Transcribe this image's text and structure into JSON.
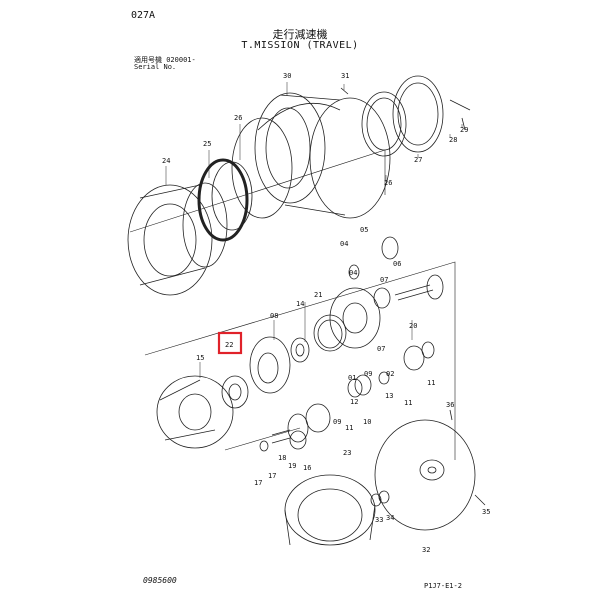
{
  "header": {
    "code": "027A",
    "title_jp": "走行減速機",
    "title_en": "T.MISSION (TRAVEL)",
    "applicability": "適用号機  020001-",
    "serial": "Serial No."
  },
  "footer": {
    "left": "0985600",
    "right": "P1J7-E1-2"
  },
  "parts": [
    {
      "label": "31",
      "highlight": false
    },
    {
      "label": "30",
      "highlight": false
    },
    {
      "label": "29",
      "highlight": false
    },
    {
      "label": "28",
      "highlight": false
    },
    {
      "label": "27",
      "highlight": false
    },
    {
      "label": "26",
      "highlight": false
    },
    {
      "label": "26",
      "highlight": false
    },
    {
      "label": "25",
      "highlight": false
    },
    {
      "label": "24",
      "highlight": false
    },
    {
      "label": "04",
      "highlight": false
    },
    {
      "label": "05",
      "highlight": false
    },
    {
      "label": "04",
      "highlight": false
    },
    {
      "label": "06",
      "highlight": false
    },
    {
      "label": "14",
      "highlight": false
    },
    {
      "label": "21",
      "highlight": false
    },
    {
      "label": "07",
      "highlight": false
    },
    {
      "label": "08",
      "highlight": false
    },
    {
      "label": "22",
      "highlight": true
    },
    {
      "label": "15",
      "highlight": false
    },
    {
      "label": "20",
      "highlight": false
    },
    {
      "label": "07",
      "highlight": false
    },
    {
      "label": "01",
      "highlight": false
    },
    {
      "label": "09",
      "highlight": false
    },
    {
      "label": "02",
      "highlight": false
    },
    {
      "label": "11",
      "highlight": false
    },
    {
      "label": "13",
      "highlight": false
    },
    {
      "label": "11",
      "highlight": false
    },
    {
      "label": "12",
      "highlight": false
    },
    {
      "label": "10",
      "highlight": false
    },
    {
      "label": "09",
      "highlight": false
    },
    {
      "label": "11",
      "highlight": false
    },
    {
      "label": "18",
      "highlight": false
    },
    {
      "label": "19",
      "highlight": false
    },
    {
      "label": "16",
      "highlight": false
    },
    {
      "label": "17",
      "highlight": false
    },
    {
      "label": "23",
      "highlight": false
    },
    {
      "label": "36",
      "highlight": false
    },
    {
      "label": "33",
      "highlight": false
    },
    {
      "label": "34",
      "highlight": false
    },
    {
      "label": "35",
      "highlight": false
    },
    {
      "label": "32",
      "highlight": false
    },
    {
      "label": "17",
      "highlight": false
    }
  ],
  "colors": {
    "line": "#222222",
    "highlight": "#e0222a"
  }
}
